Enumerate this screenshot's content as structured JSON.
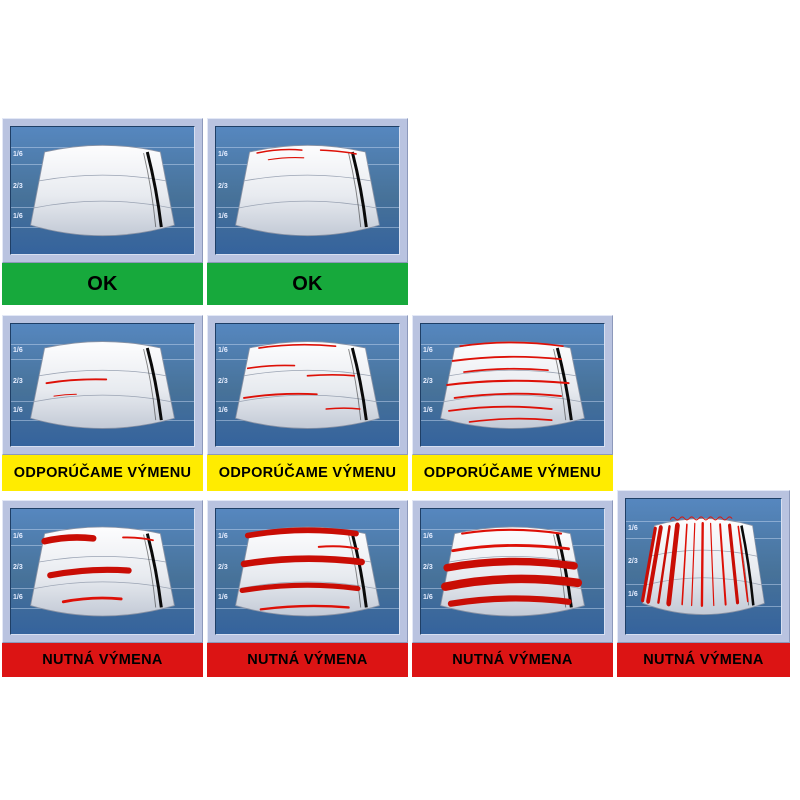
{
  "scale_marks": [
    "1/6",
    "2/3",
    "1/6"
  ],
  "rows": [
    {
      "label": "OK",
      "color": "#17a93c",
      "cells": [
        {
          "streak_pattern": "clean"
        },
        {
          "streak_pattern": "few-fine-streaks-top"
        }
      ]
    },
    {
      "label": "ODPORÚČAME VÝMENU",
      "color": "#ffec00",
      "cells": [
        {
          "streak_pattern": "single-fine-streak"
        },
        {
          "streak_pattern": "several-fine-streaks"
        },
        {
          "streak_pattern": "many-fine-streaks"
        }
      ]
    },
    {
      "label": "NUTNÁ VÝMENA",
      "color": "#dc1414",
      "cells": [
        {
          "streak_pattern": "thick-smears-light"
        },
        {
          "streak_pattern": "thick-smears-medium"
        },
        {
          "streak_pattern": "thick-smears-heavy"
        },
        {
          "streak_pattern": "vertical-smearing-water-film"
        }
      ]
    }
  ]
}
